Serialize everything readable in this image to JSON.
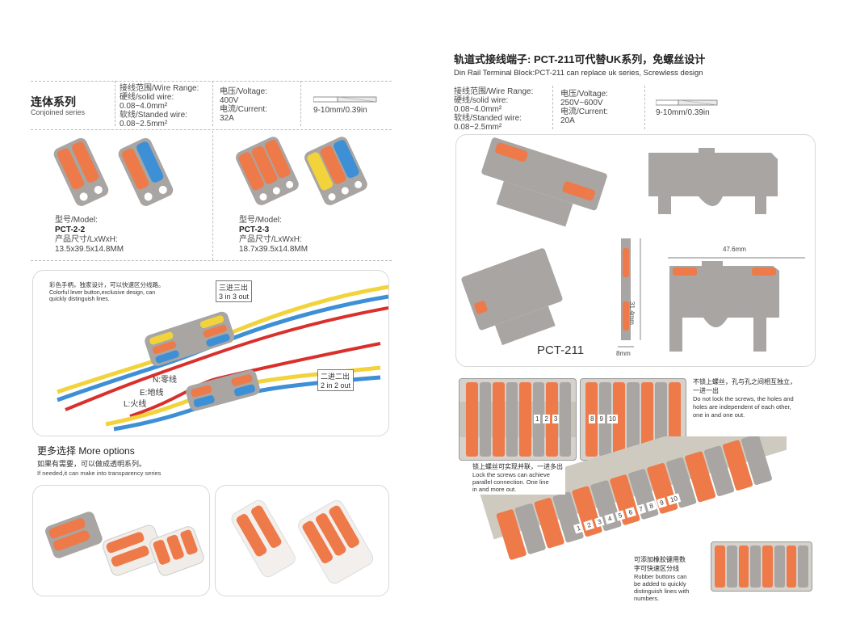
{
  "left": {
    "series": {
      "title_zh": "连体系列",
      "title_en": "Conjoined series"
    },
    "wire_range": {
      "title": "接线范围/Wire Range:",
      "solid_label": "硬线/solid wire:",
      "solid_value": "0.08~4.0mm²",
      "stranded_label": "软线/Standed wire:",
      "stranded_value": "0.08~2.5mm²"
    },
    "voltage": {
      "label": "电压/Voltage:",
      "value": "400V",
      "current_label": "电流/Current:",
      "current_value": "32A"
    },
    "strip": {
      "value": "9-10mm/0.39in"
    },
    "models": [
      {
        "model_label": "型号/Model:",
        "model": "PCT-2-2",
        "size_label": "产品尺寸/LxWxH:",
        "size": "13.5x39.5x14.8MM"
      },
      {
        "model_label": "型号/Model:",
        "model": "PCT-2-3",
        "size_label": "产品尺寸/LxWxH:",
        "size": "18.7x39.5x14.8MM"
      }
    ],
    "wire_photo": {
      "caption_zh": "彩色手柄，独家设计，可以快速区分线路。",
      "caption_en_1": "Colorful lever button,exclusive design, can",
      "caption_en_2": "quickly distinguish lines.",
      "three_zh": "三进三出",
      "three_en": "3 in 3 out",
      "two_zh": "二进二出",
      "two_en": "2 in 2 out",
      "n_label": "N:零线",
      "e_label": "E:地线",
      "l_label": "L:火线"
    },
    "more": {
      "title_zh": "更多选择",
      "title_en": "More options",
      "sub_zh": "如果有需要，可以做成透明系列。",
      "sub_en": "If needed,it can make into transparency series"
    }
  },
  "right": {
    "title": "轨道式接线端子: PCT-211可代替UK系列，免螺丝设计",
    "subtitle": "Din Rail Terminal Block:PCT-211 can replace uk series, Screwless design",
    "wire_range": {
      "title": "接线范围/Wire Range:",
      "solid_label": "硬线/solid wire:",
      "solid_value": "0.08~4.0mm²",
      "stranded_label": "软线/Standed wire:",
      "stranded_value": "0.08~2.5mm²"
    },
    "voltage": {
      "label": "电压/Voltage:",
      "value": "250V~600V",
      "current_label": "电流/Current:",
      "current_value": "20A"
    },
    "strip": {
      "value": "9-10mm/0.39in"
    },
    "product": {
      "model": "PCT-211",
      "width": "47.6mm",
      "height": "31.4mm",
      "depth": "8mm"
    },
    "notes": {
      "independent_zh_1": "不锁上螺丝，孔与孔之间相互独立，",
      "independent_zh_2": "一进一出",
      "independent_en_1": "Do not lock the screws, the holes and",
      "independent_en_2": "holes are independent of each other,",
      "independent_en_3": "one in and one out.",
      "parallel_zh": "锁上螺丝可实现并联，一进多出",
      "parallel_en_1": "Lock the screws can achieve",
      "parallel_en_2": "parallel connection. One line",
      "parallel_en_3": "in and more out.",
      "rubber_zh_1": "可添加橡胶键用数",
      "rubber_zh_2": "字可快速区分线",
      "rubber_en_1": "Rubber buttons can",
      "rubber_en_2": "be added to quickly",
      "rubber_en_3": "distinguish lines with",
      "rubber_en_4": "numbers."
    },
    "numbers_a": [
      "1",
      "2",
      "3"
    ],
    "numbers_b": [
      "8",
      "9",
      "10"
    ],
    "numbers_c": [
      "1",
      "2",
      "3",
      "4",
      "5",
      "6",
      "7",
      "8",
      "9",
      "10"
    ]
  },
  "colors": {
    "orange": "#ee7a4a",
    "gray": "#a8a5a2",
    "blue": "#3d8fd6",
    "yellow": "#f2d33c",
    "red": "#d9302c"
  }
}
